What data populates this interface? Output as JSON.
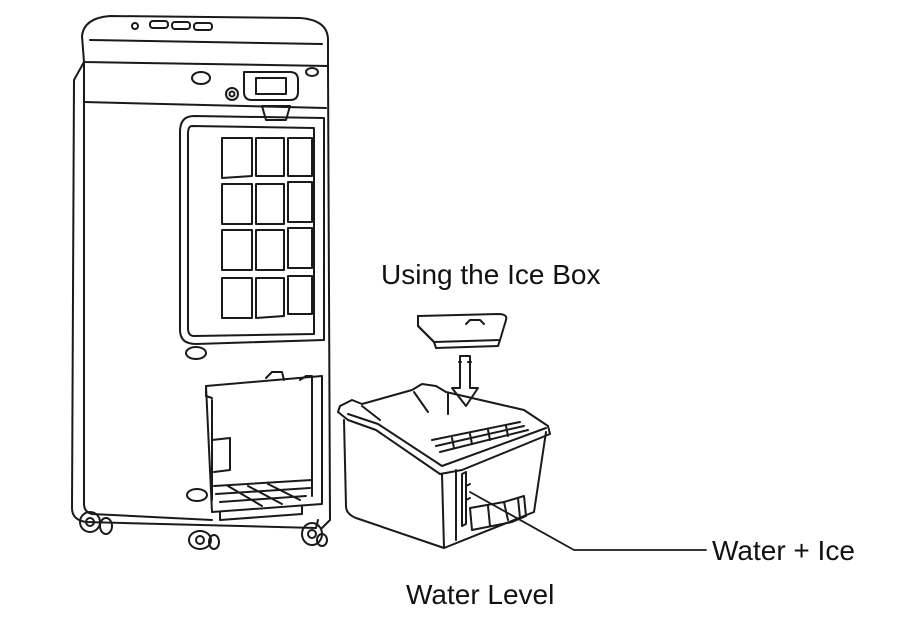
{
  "labels": {
    "ice_box_title": "Using the Ice Box",
    "callout": "Water + Ice",
    "water_level": "Water Level"
  },
  "colors": {
    "line": "#1a1a1a",
    "background": "#ffffff"
  }
}
